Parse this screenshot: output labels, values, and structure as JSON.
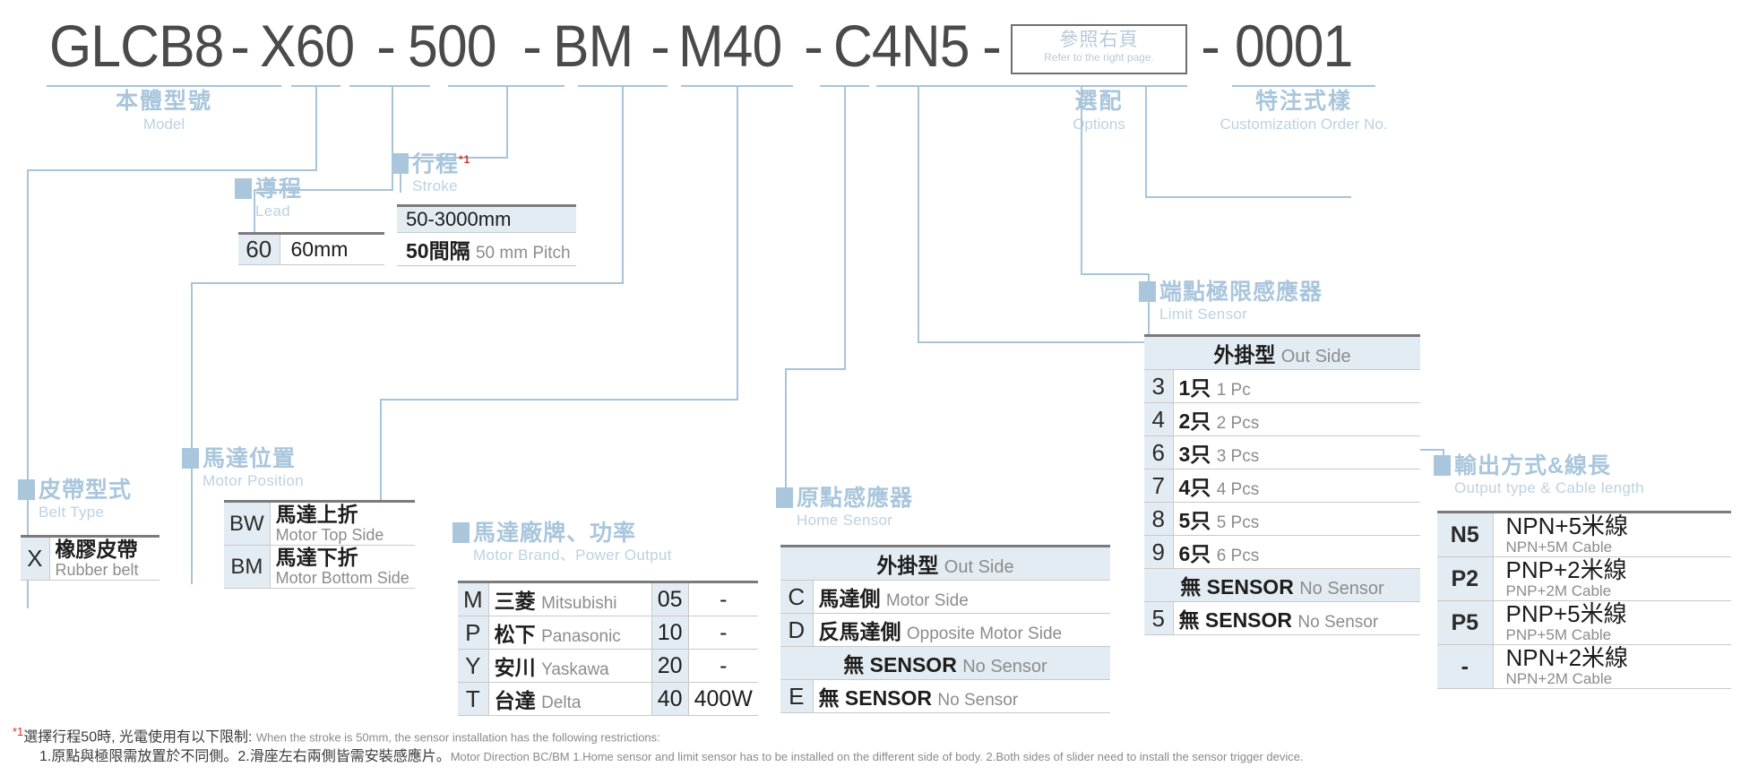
{
  "model_code": {
    "segments": [
      "GLCB8",
      "X60",
      "500",
      "BM",
      "M40",
      "C4N5"
    ],
    "ref_box": {
      "cn": "參照右頁",
      "en": "Refer to the right page."
    },
    "suffix": "0001",
    "separator": "-"
  },
  "captions": {
    "model": {
      "cn": "本體型號",
      "en": "Model"
    },
    "options": {
      "cn": "選配",
      "en": "Options"
    },
    "custom": {
      "cn": "特注式樣",
      "en": "Customization Order No."
    }
  },
  "sections": {
    "lead": {
      "cn": "導程",
      "en": "Lead"
    },
    "stroke": {
      "cn": "行程",
      "sup": "*1",
      "en": "Stroke"
    },
    "belt": {
      "cn": "皮帶型式",
      "en": "Belt Type"
    },
    "motor_position": {
      "cn": "馬達位置",
      "en": "Motor Position"
    },
    "motor_brand": {
      "cn": "馬達廠牌、功率",
      "en": "Motor Brand、Power Output"
    },
    "home_sensor": {
      "cn": "原點感應器",
      "en": "Home Sensor"
    },
    "limit_sensor": {
      "cn": "端點極限感應器",
      "en": "Limit Sensor"
    },
    "output_type": {
      "cn": "輸出方式&線長",
      "en": "Output type & Cable length"
    }
  },
  "tables": {
    "lead": {
      "rows": [
        {
          "key": "60",
          "val": "60mm"
        }
      ]
    },
    "stroke": {
      "header": "50-3000mm",
      "rows": [
        {
          "cn": "50間隔",
          "en": "50 mm Pitch"
        }
      ]
    },
    "belt": {
      "rows": [
        {
          "key": "X",
          "cn": "橡膠皮帶",
          "en": "Rubber belt"
        }
      ]
    },
    "motor_position": {
      "rows": [
        {
          "key": "BW",
          "cn": "馬達上折",
          "en": "Motor Top Side"
        },
        {
          "key": "BM",
          "cn": "馬達下折",
          "en": "Motor Bottom Side"
        }
      ]
    },
    "motor_brand": {
      "rows": [
        {
          "key": "M",
          "cn": "三菱",
          "en": "Mitsubishi",
          "num": "05",
          "power": "-"
        },
        {
          "key": "P",
          "cn": "松下",
          "en": "Panasonic",
          "num": "10",
          "power": "-"
        },
        {
          "key": "Y",
          "cn": "安川",
          "en": "Yaskawa",
          "num": "20",
          "power": "-"
        },
        {
          "key": "T",
          "cn": "台達",
          "en": "Delta",
          "num": "40",
          "power": "400W"
        }
      ]
    },
    "home_sensor": {
      "group1_header": {
        "cn": "外掛型",
        "en": "Out Side"
      },
      "group1_rows": [
        {
          "key": "C",
          "cn": "馬達側",
          "en": "Motor Side"
        },
        {
          "key": "D",
          "cn": "反馬達側",
          "en": "Opposite Motor Side"
        }
      ],
      "group2_header": {
        "cn": "無 SENSOR",
        "en": "No Sensor"
      },
      "group2_rows": [
        {
          "key": "E",
          "cn": "無 SENSOR",
          "en": "No Sensor"
        }
      ]
    },
    "limit_sensor": {
      "group1_header": {
        "cn": "外掛型",
        "en": "Out Side"
      },
      "group1_rows": [
        {
          "key": "3",
          "cn": "1只",
          "en": "1 Pc"
        },
        {
          "key": "4",
          "cn": "2只",
          "en": "2 Pcs"
        },
        {
          "key": "6",
          "cn": "3只",
          "en": "3 Pcs"
        },
        {
          "key": "7",
          "cn": "4只",
          "en": "4 Pcs"
        },
        {
          "key": "8",
          "cn": "5只",
          "en": "5 Pcs"
        },
        {
          "key": "9",
          "cn": "6只",
          "en": "6 Pcs"
        }
      ],
      "group2_header": {
        "cn": "無 SENSOR",
        "en": "No Sensor"
      },
      "group2_rows": [
        {
          "key": "5",
          "cn": "無 SENSOR",
          "en": "No Sensor"
        }
      ]
    },
    "output_type": {
      "rows": [
        {
          "key": "N5",
          "cn": "NPN+5米線",
          "en": "NPN+5M Cable"
        },
        {
          "key": "P2",
          "cn": "PNP+2米線",
          "en": "PNP+2M Cable"
        },
        {
          "key": "P5",
          "cn": "PNP+5米線",
          "en": "PNP+5M Cable"
        },
        {
          "key": "-",
          "cn": "NPN+2米線",
          "en": "NPN+2M Cable"
        }
      ]
    }
  },
  "footnote": {
    "marker": "*1",
    "line1_cn": "選擇行程50時, 光電使用有以下限制:",
    "line1_en": "When the stroke is 50mm, the sensor installation has  the following restrictions:",
    "line2_cn": "1.原點與極限需放置於不同側。2.滑座左右兩側皆需安裝感應片。",
    "line2_en": "Motor Direction BC/BM 1.Home sensor and limit sensor has to be installed on the different side of body.  2.Both sides of slider need to install the sensor trigger device."
  },
  "colors": {
    "line": "#a8c4d9",
    "title_cn": "#a9c6dc",
    "title_en": "#bcd2e2",
    "code": "#4a4a4a",
    "table_key_bg": "#e4ecf3",
    "accent_red": "#d9342b"
  }
}
